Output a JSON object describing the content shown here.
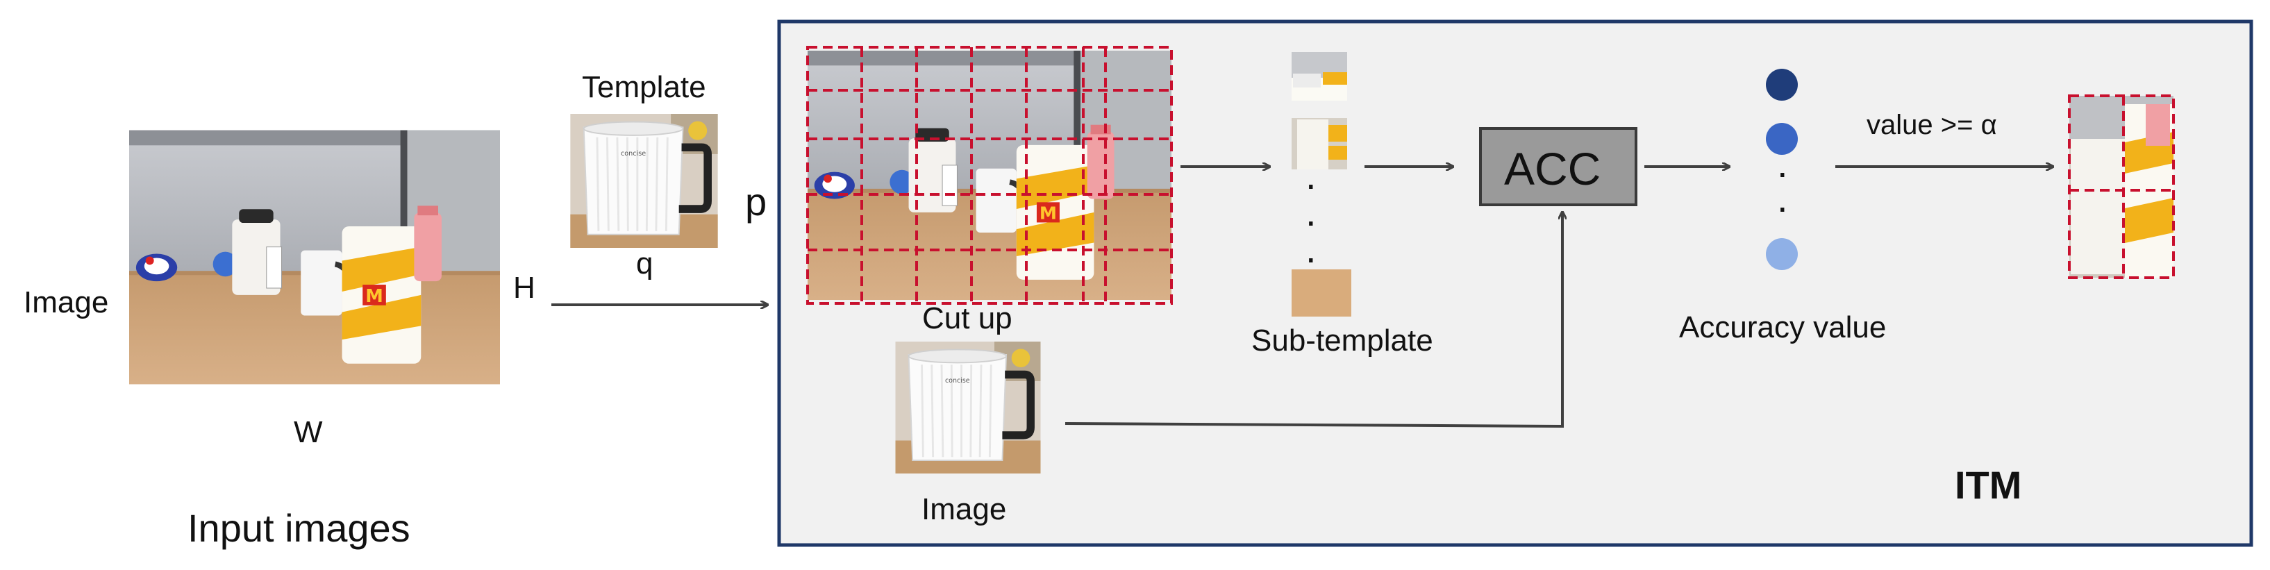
{
  "labels": {
    "image_left": "Image",
    "H": "H",
    "W": "W",
    "input_images": "Input images",
    "template": "Template",
    "q": "q",
    "p": "p",
    "cut_up": "Cut up",
    "image_bottom": "Image",
    "sub_template": "Sub-template",
    "acc": "ACC",
    "accuracy_value": "Accuracy value",
    "condition": "value >= α",
    "itm": "ITM",
    "dot1": ".",
    "dot2": ".",
    "dot3": ".",
    "dot4": ".",
    "dot5": "."
  },
  "colors": {
    "panel_border": "#1f3868",
    "panel_fill": "#f1f1f1",
    "grid_red": "#c8102e",
    "acc_box": "#9a9a9a",
    "dot_dark": "#1f3d7a",
    "dot_mid": "#3a66c4",
    "dot_light": "#8fb0e6",
    "arrow": "#404040"
  }
}
